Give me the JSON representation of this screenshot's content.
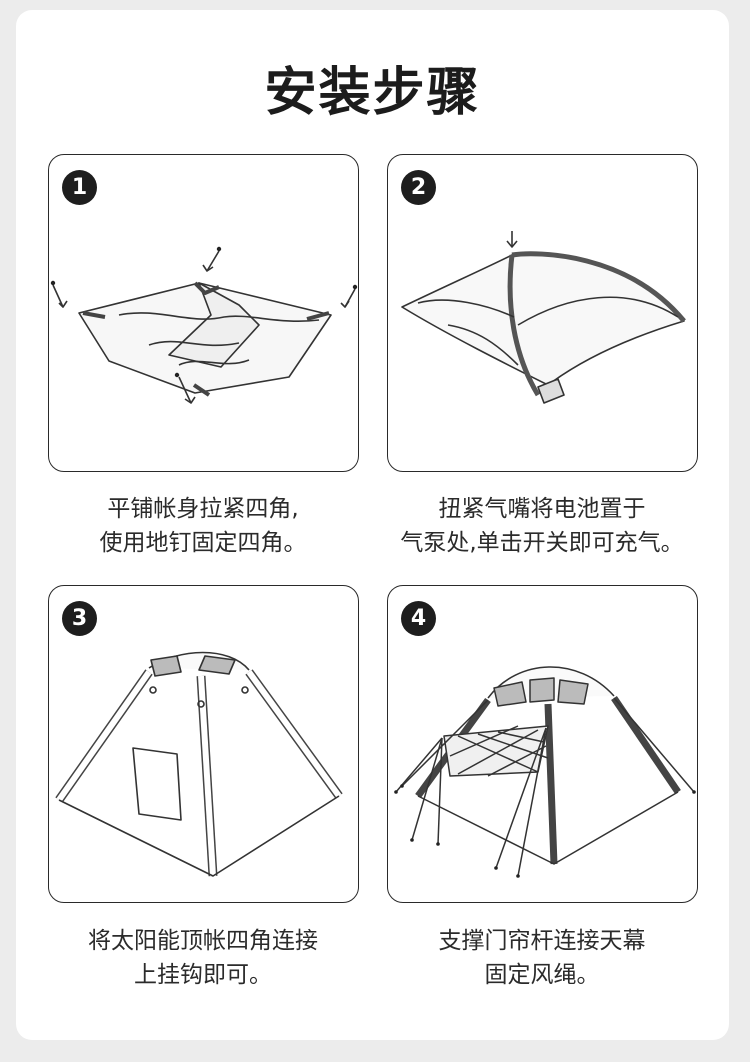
{
  "title": "安装步骤",
  "steps": [
    {
      "number": "1",
      "lines": [
        "平铺帐身拉紧四角,",
        "使用地钉固定四角。"
      ]
    },
    {
      "number": "2",
      "lines": [
        "扭紧气嘴将电池置于",
        "气泵处,单击开关即可充气。"
      ]
    },
    {
      "number": "3",
      "lines": [
        "将太阳能顶帐四角连接",
        "上挂钩即可。"
      ]
    },
    {
      "number": "4",
      "lines": [
        "支撑门帘杆连接天幕",
        "固定风绳。"
      ]
    }
  ]
}
